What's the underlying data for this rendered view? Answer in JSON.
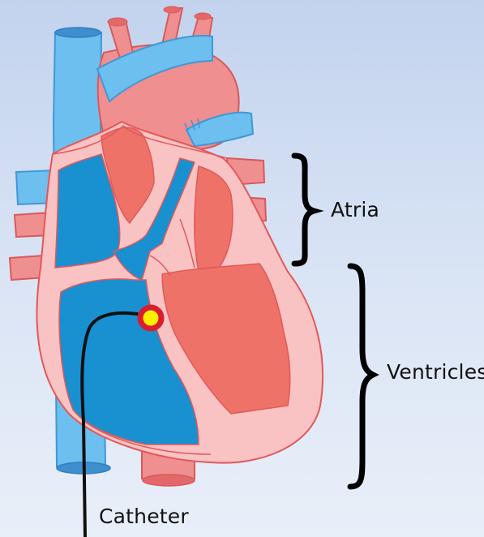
{
  "labels": {
    "atria": "Atria",
    "ventricles": "Ventricles",
    "catheter": "Catheter"
  },
  "colors": {
    "background_top": "#c3d3ee",
    "deoxygenated_vessel": "#6cbfee",
    "deoxygenated_chamber": "#1990d0",
    "oxygenated_vessel": "#ef8f8f",
    "oxygenated_chamber": "#ee7268",
    "heart_wall": "#f9c3c3",
    "outline": "#e2585a",
    "catheter": "#111111",
    "catheter_tip_ring": "#d81e2e",
    "catheter_tip_core": "#ffee00"
  }
}
